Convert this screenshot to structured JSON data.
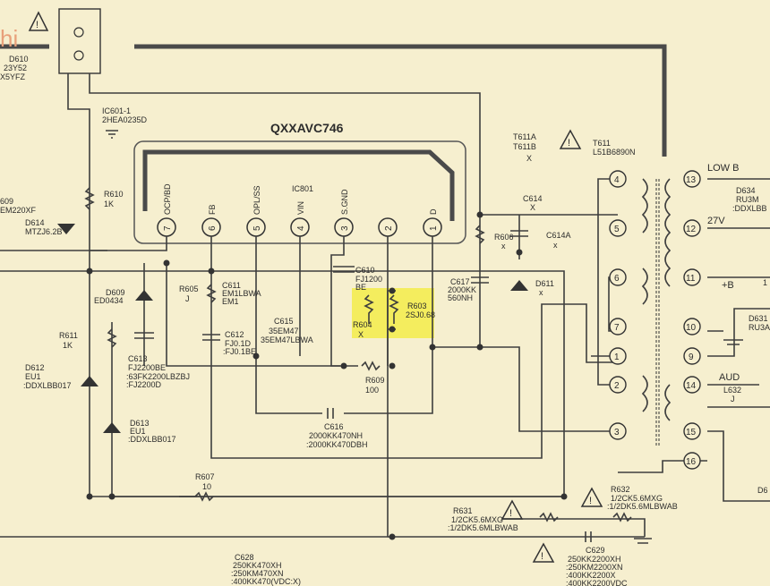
{
  "ic": {
    "title": "QXXAVC746",
    "ref": "IC801",
    "pins": [
      "OCP/BD",
      "FB",
      "OPL/SS",
      "VIN",
      "S.GND",
      "",
      "D"
    ],
    "pin_numbers": [
      "7",
      "6",
      "5",
      "4",
      "3",
      "2",
      "1"
    ]
  },
  "ic601": {
    "ref": "IC601-1",
    "part": "2HEA0235D"
  },
  "transformer": {
    "ref1": "T611A",
    "ref2": "T611B",
    "x": "X",
    "ref": "T611",
    "part": "L51B6890N",
    "low_b": "LOW B",
    "v27": "27V",
    "plus_b": "+B",
    "aud": "AUD"
  },
  "pins_left": [
    "4",
    "5",
    "6",
    "7",
    "1",
    "2",
    "3"
  ],
  "pins_right": [
    "13",
    "12",
    "11",
    "10",
    "9",
    "14",
    "15",
    "16"
  ],
  "components": {
    "d610": [
      "D610",
      "23Y52",
      "X5YFZ"
    ],
    "r610": [
      "R610",
      "1K"
    ],
    "d614": [
      "D614",
      "MTZJ6.2B"
    ],
    "d609": [
      "D609",
      "ED0434"
    ],
    "r605": [
      "R605",
      "J"
    ],
    "c611": [
      "C611",
      "EM1LBWA",
      "EM1"
    ],
    "c615": [
      "C615",
      "35EM47",
      "35EM47LBWA"
    ],
    "c610": [
      "C610",
      "FJ1200",
      "BE"
    ],
    "r603": [
      "R603",
      "2SJ0.68"
    ],
    "r604": [
      "R604",
      "X"
    ],
    "r606": [
      "R606",
      "x"
    ],
    "c614": [
      "C614",
      "X"
    ],
    "c614a": [
      "C614A",
      "x"
    ],
    "d611": [
      "D611",
      "x"
    ],
    "c617": [
      "C617",
      "2000KK",
      "560NH"
    ],
    "r611": [
      "R611",
      "1K"
    ],
    "d612": [
      "D612",
      "EU1",
      ":DDXLBB017"
    ],
    "d613": [
      "D613",
      "EU1",
      ":DDXLBB017"
    ],
    "c613": [
      "C613",
      "FJ2200BE",
      ":63FK2200LBZBJ",
      ":FJ2200D"
    ],
    "c612": [
      "C612",
      "FJ0.1D",
      ":FJ0.1BE"
    ],
    "r609": [
      "R609",
      "100"
    ],
    "c616": [
      "C616",
      "2000KK470NH",
      ":2000KK470DBH"
    ],
    "r607": [
      "R607",
      "10"
    ],
    "r631": [
      "R631",
      "1/2CK5.6MXG",
      ":1/2DK5.6MLBWAB"
    ],
    "r632": [
      "R632",
      "1/2CK5.6MXG",
      ":1/2DK5.6MLBWAB"
    ],
    "c629": [
      "C629",
      "250KK2200XH",
      ":250KM2200XN",
      ":400KK2200X",
      ":400KK2200VDC"
    ],
    "c628": [
      "C628",
      "250KK470XH",
      ":250KM470XN",
      ":400KK470(VDC:X)"
    ],
    "d634": [
      "D634",
      "RU3M",
      ":DDXLBB"
    ],
    "d631": [
      "D631",
      "RU3A"
    ],
    "l632": [
      "L632",
      "J"
    ],
    "left_cut": [
      "609",
      "EM220XF"
    ],
    "d6": [
      "D6"
    ]
  },
  "misc": {
    "one": "1",
    "hi": "hi"
  },
  "colors": {
    "paper": "#f6efcf",
    "ink": "#3e3e3e",
    "highlight": "#f3ec4a"
  }
}
